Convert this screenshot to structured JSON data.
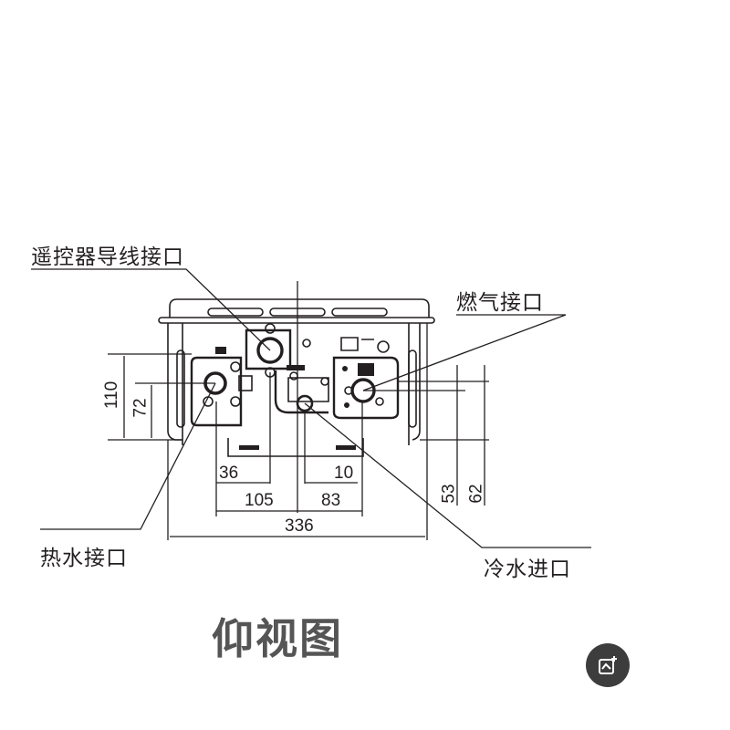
{
  "diagram": {
    "title": "仰视图",
    "labels": {
      "remote_wire": "遥控器导线接口",
      "gas": "燃气接口",
      "hot_water": "热水接口",
      "cold_water": "冷水进口"
    },
    "dimensions": {
      "overall_width": "336",
      "left_to_center": "105",
      "center_to_right": "83",
      "left_offset": "36",
      "right_offset": "10",
      "left_height_outer": "110",
      "left_height_inner": "72",
      "right_height_inner": "53",
      "right_height_outer": "62"
    },
    "colors": {
      "line": "#231f20",
      "caption": "#555555",
      "fab_bg": "#3d3d3d"
    }
  },
  "fab": {
    "icon": "add-image-icon"
  }
}
